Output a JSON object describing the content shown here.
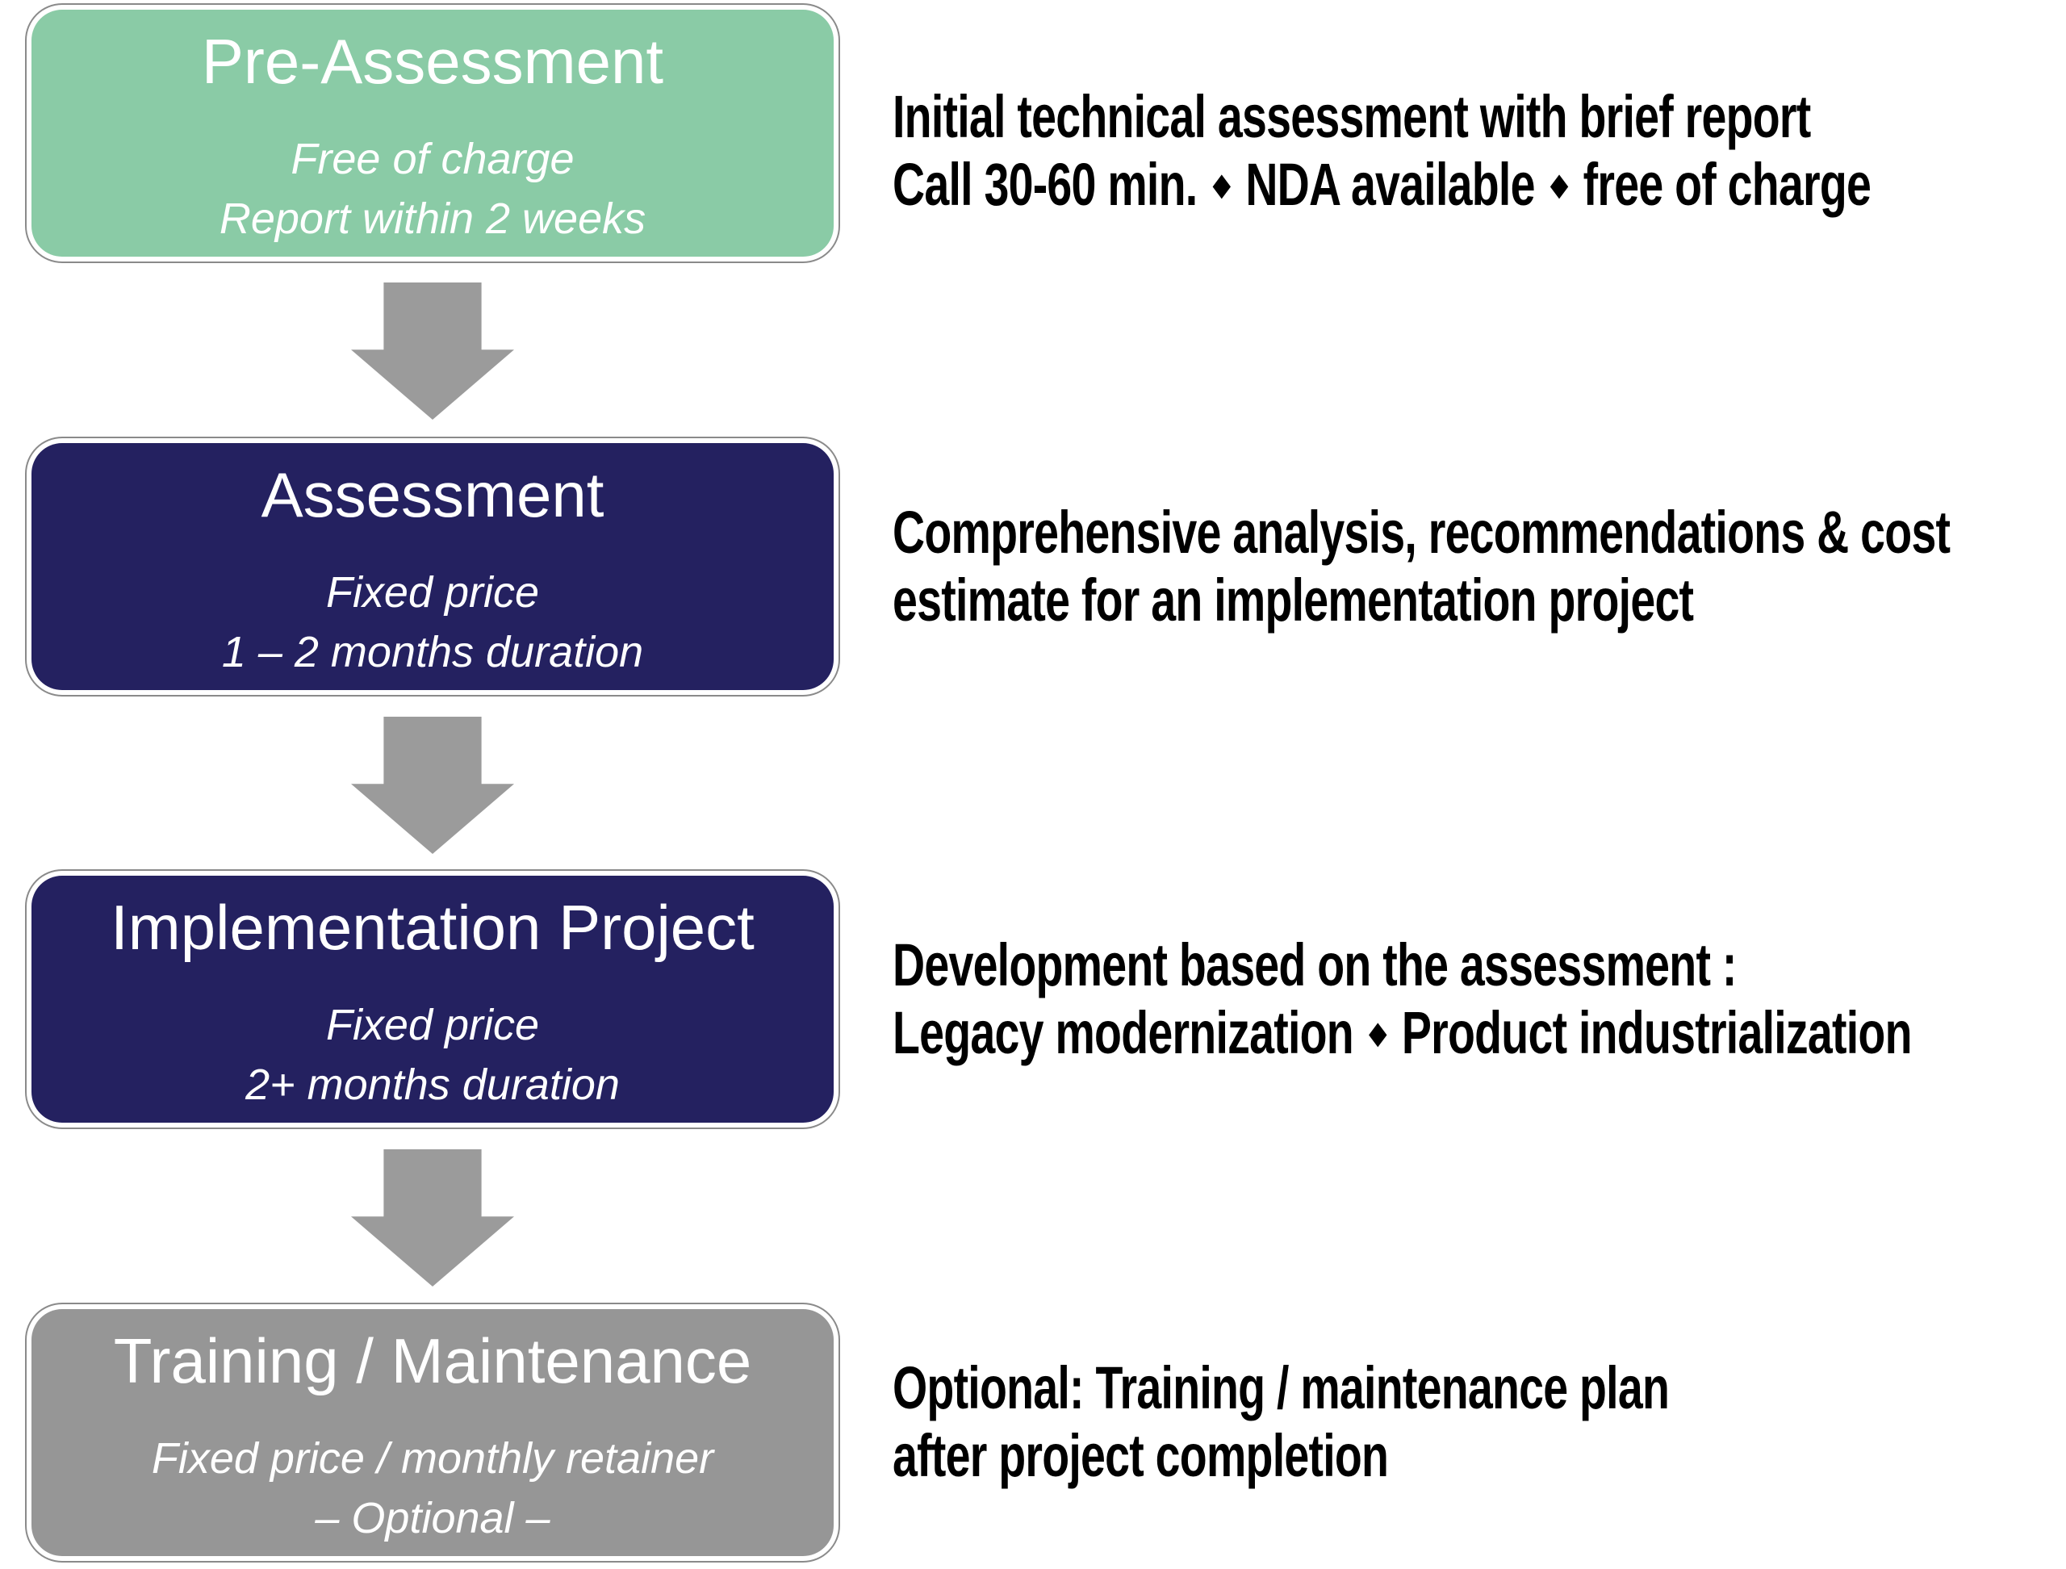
{
  "diagram": {
    "background": "#ffffff",
    "arrow_color": "#9B9B9B",
    "desc_text_color": "#000000",
    "steps": [
      {
        "title": "Pre-Assessment",
        "subtitle_1": "Free of charge",
        "subtitle_2": "Report within 2 weeks",
        "box_color": "#8ACBA6",
        "desc_line_1": "Initial technical assessment with brief report",
        "desc_line_2": "Call 30-60 min. ◆ NDA available ◆ free of charge"
      },
      {
        "title": "Assessment",
        "subtitle_1": "Fixed price",
        "subtitle_2": "1 – 2 months duration",
        "box_color": "#242160",
        "desc_line_1": "Comprehensive analysis, recommendations & cost",
        "desc_line_2": "estimate for an implementation project"
      },
      {
        "title": "Implementation Project",
        "subtitle_1": "Fixed price",
        "subtitle_2": "2+ months duration",
        "box_color": "#242160",
        "desc_line_1": "Development based on the assessment :",
        "desc_line_2": "Legacy modernization ◆ Product industrialization"
      },
      {
        "title": "Training / Maintenance",
        "subtitle_1": "Fixed price / monthly retainer",
        "subtitle_2": "– Optional –",
        "box_color": "#969696",
        "desc_line_1": "Optional: Training / maintenance plan",
        "desc_line_2": "after project completion"
      }
    ]
  }
}
